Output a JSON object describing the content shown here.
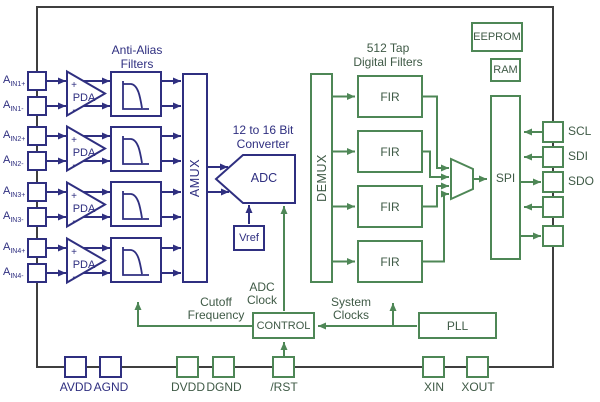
{
  "colors": {
    "analog_navy": "#2f2f80",
    "digital_green": "#4e8756",
    "digital_text_green": "#3f5a46",
    "frame_gray": "#3f3f3f"
  },
  "headings": {
    "anti_alias": [
      "Anti-Alias",
      "Filters"
    ],
    "digital_filters": [
      "512 Tap",
      "Digital Filters"
    ],
    "converter": [
      "12 to 16 Bit",
      "Converter"
    ]
  },
  "signal_labels": {
    "adc_clock": [
      "ADC",
      "Clock"
    ],
    "system_clocks": [
      "System",
      "Clocks"
    ],
    "cutoff_frequency": [
      "Cutoff",
      "Frequency"
    ]
  },
  "blocks": {
    "pda": "PDA",
    "pda_plus": "+",
    "pda_minus": "-",
    "amux": "AMUX",
    "adc": "ADC",
    "vref": "Vref",
    "demux": "DEMUX",
    "fir": "FIR",
    "spi": "SPI",
    "eeprom": "EEPROM",
    "ram": "RAM",
    "control": "CONTROL",
    "pll": "PLL"
  },
  "pins": {
    "left": [
      {
        "base": "A",
        "sub": "IN1+"
      },
      {
        "base": "A",
        "sub": "IN1-"
      },
      {
        "base": "A",
        "sub": "IN2+"
      },
      {
        "base": "A",
        "sub": "IN2-"
      },
      {
        "base": "A",
        "sub": "IN3+"
      },
      {
        "base": "A",
        "sub": "IN3-"
      },
      {
        "base": "A",
        "sub": "IN4+"
      },
      {
        "base": "A",
        "sub": "IN4-"
      }
    ],
    "right": [
      "SCL",
      "SDI",
      "SDO"
    ],
    "bottom": [
      "AVDD",
      "AGND",
      "DVDD",
      "DGND",
      "/RST",
      "XIN",
      "XOUT"
    ]
  }
}
